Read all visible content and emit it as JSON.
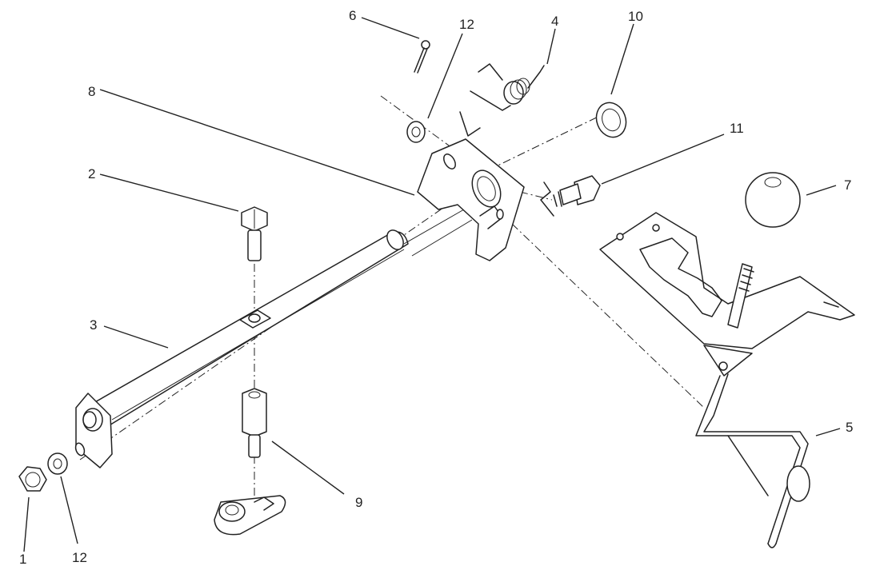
{
  "diagram": {
    "callouts": [
      {
        "id": "c1",
        "label": "1"
      },
      {
        "id": "c12a",
        "label": "12"
      },
      {
        "id": "c2",
        "label": "2"
      },
      {
        "id": "c3",
        "label": "3"
      },
      {
        "id": "c8",
        "label": "8"
      },
      {
        "id": "c6",
        "label": "6"
      },
      {
        "id": "c12b",
        "label": "12"
      },
      {
        "id": "c4",
        "label": "4"
      },
      {
        "id": "c10",
        "label": "10"
      },
      {
        "id": "c11",
        "label": "11"
      },
      {
        "id": "c7",
        "label": "7"
      },
      {
        "id": "c5",
        "label": "5"
      },
      {
        "id": "c9",
        "label": "9"
      }
    ]
  }
}
